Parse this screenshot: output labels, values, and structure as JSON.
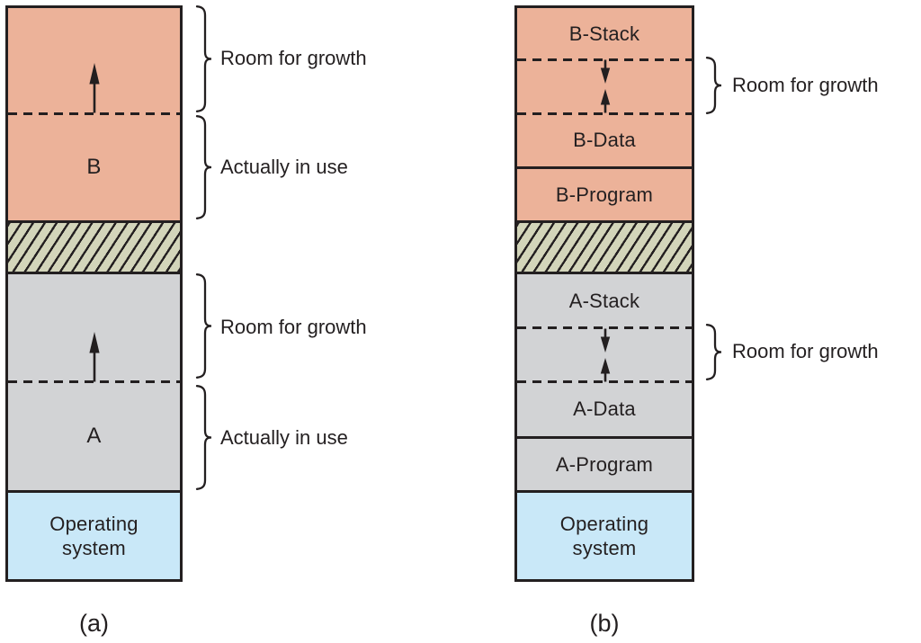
{
  "colors": {
    "process_fill_b": "#ECB299",
    "process_fill_a": "#D2D3D5",
    "os_fill": "#C9E8F8",
    "unused_fill": "#D3D5BA",
    "ink": "#231F20"
  },
  "panel_a": {
    "caption": "(a)",
    "process_b_label": "B",
    "process_a_label": "A",
    "os_label": "Operating\nsystem",
    "annotations": {
      "b_growth": "Room for growth",
      "b_in_use": "Actually in use",
      "a_growth": "Room for growth",
      "a_in_use": "Actually in use"
    }
  },
  "panel_b": {
    "caption": "(b)",
    "b_stack_label": "B-Stack",
    "b_data_label": "B-Data",
    "b_program_label": "B-Program",
    "a_stack_label": "A-Stack",
    "a_data_label": "A-Data",
    "a_program_label": "A-Program",
    "os_label": "Operating\nsystem",
    "annotations": {
      "b_growth": "Room for growth",
      "a_growth": "Room for growth"
    }
  }
}
